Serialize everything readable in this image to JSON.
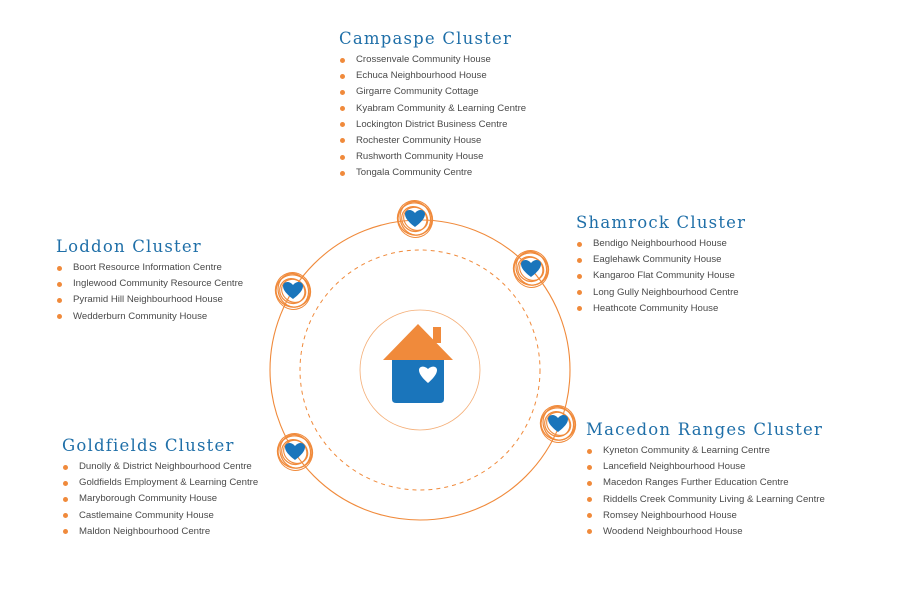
{
  "colors": {
    "orange": "#f08a3b",
    "blue": "#1a75bb",
    "title_blue": "#1f6fa8",
    "text": "#4a4a4a"
  },
  "icons": {
    "center": "house-heart-icon",
    "node": "scribble-heart-icon",
    "bullet": "dot-icon"
  },
  "clusters": {
    "campaspe": {
      "title": "Campaspe Cluster",
      "items": [
        "Crossenvale Community House",
        "Echuca Neighbourhood House",
        "Girgarre Community Cottage",
        "Kyabram Community & Learning Centre",
        "Lockington District Business Centre",
        "Rochester Community House",
        "Rushworth Community House",
        "Tongala Community Centre"
      ]
    },
    "shamrock": {
      "title": "Shamrock Cluster",
      "items": [
        "Bendigo Neighbourhood House",
        "Eaglehawk Community House",
        "Kangaroo Flat Community House",
        "Long Gully Neighbourhood Centre",
        "Heathcote Community House"
      ]
    },
    "loddon": {
      "title": "Loddon Cluster",
      "items": [
        "Boort Resource Information Centre",
        "Inglewood Community Resource Centre",
        "Pyramid Hill Neighbourhood House",
        "Wedderburn Community House"
      ]
    },
    "goldfields": {
      "title": "Goldfields Cluster",
      "items": [
        "Dunolly & District Neighbourhood Centre",
        "Goldfields Employment & Learning Centre",
        "Maryborough Community House",
        "Castlemaine Community House",
        "Maldon Neighbourhood Centre"
      ]
    },
    "macedon": {
      "title": "Macedon Ranges Cluster",
      "items": [
        "Kyneton Community & Learning Centre",
        "Lancefield Neighbourhood House",
        "Macedon Ranges Further Education Centre",
        "Riddells Creek Community Living & Learning Centre",
        "Romsey Neighbourhood House",
        "Woodend Neighbourhood House"
      ]
    }
  }
}
